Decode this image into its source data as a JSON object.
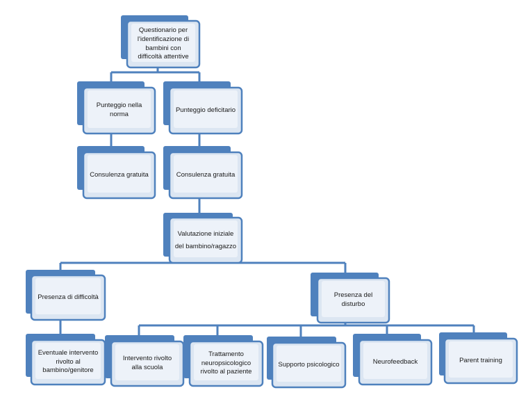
{
  "nodes": [
    {
      "id": "questionario",
      "label": "Questionario per\nl'identificazione di\nbambini con\ndifficoltà attentive"
    },
    {
      "id": "punteggio-norma",
      "label": "Punteggio nella\nnorma"
    },
    {
      "id": "punteggio-deficitario",
      "label": "Punteggio deficitario"
    },
    {
      "id": "consulenza-gratuita-1",
      "label": "Consulenza gratuita"
    },
    {
      "id": "consulenza-gratuita-2",
      "label": "Consulenza gratuita"
    },
    {
      "id": "valutazione-iniziale",
      "label": "Valutazione iniziale\ndel bambino/ragazzo"
    },
    {
      "id": "presenza-difficolta",
      "label": "Presenza di difficoltà"
    },
    {
      "id": "presenza-disturbo",
      "label": "Presenza del\ndisturbo"
    },
    {
      "id": "eventuale-intervento",
      "label": "Eventuale intervento\nrivolto al\nbambino/genitore"
    },
    {
      "id": "intervento-scuola",
      "label": "Intervento rivolto\nalla scuola"
    },
    {
      "id": "trattamento-neuropsicologico",
      "label": "Trattamento\nneuropsicologico\nrivolto al paziente"
    },
    {
      "id": "supporto-psicologico",
      "label": "Supporto psicologico"
    },
    {
      "id": "neurofeedback",
      "label": "Neurofeedback"
    },
    {
      "id": "parent-training",
      "label": "Parent training"
    }
  ]
}
